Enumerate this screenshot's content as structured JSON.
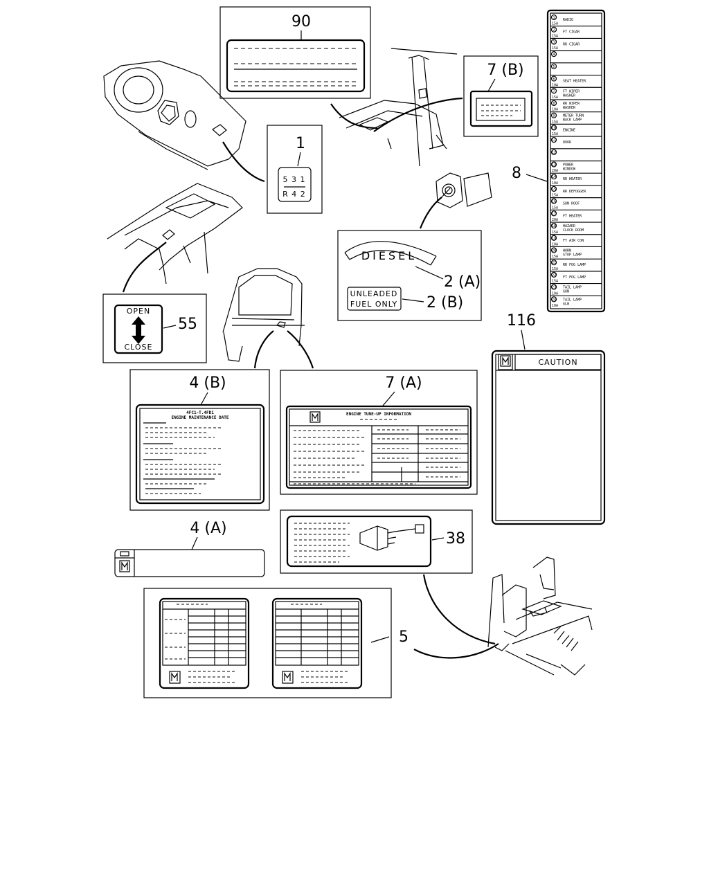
{
  "callouts": {
    "c90": "90",
    "c7b": "7 (B)",
    "c1": "1",
    "c8": "8",
    "c2a": "2 (A)",
    "c2b": "2 (B)",
    "c55": "55",
    "c116": "116",
    "c4b": "4 (B)",
    "c7a": "7 (A)",
    "c4a": "4 (A)",
    "c38": "38",
    "c5": "5"
  },
  "labels": {
    "shift_top": "5 3 1",
    "shift_bottom": "R 4 2",
    "diesel": "DIESEL",
    "unleaded_line1": "UNLEADED",
    "unleaded_line2": "FUEL ONLY",
    "open": "OPEN",
    "close": "CLOSE",
    "caution": "CAUTION",
    "maint_line1": "4FC1-T.4FD1",
    "maint_line2": "ENGINE MAINTENANCE DATE",
    "tuneup_title": "ENGINE TUNE-UP INFORMATION"
  },
  "fuse_rows": [
    {
      "num": "1",
      "amp": "15A",
      "name": "RADIO",
      "name2": ""
    },
    {
      "num": "2",
      "amp": "15A",
      "name": "FT CIGAR",
      "name2": ""
    },
    {
      "num": "3",
      "amp": "15A",
      "name": "RR CIGAR",
      "name2": ""
    },
    {
      "num": "4",
      "amp": "",
      "name": "",
      "name2": ""
    },
    {
      "num": "5",
      "amp": "",
      "name": "",
      "name2": ""
    },
    {
      "num": "6",
      "amp": "10A",
      "name": "SEAT HEATER",
      "name2": ""
    },
    {
      "num": "7",
      "amp": "15A",
      "name": "FT WIPER",
      "name2": "WASHER"
    },
    {
      "num": "8",
      "amp": "10A",
      "name": "RR WIPER",
      "name2": "WASHER"
    },
    {
      "num": "9",
      "amp": "15A",
      "name": "METER TURN",
      "name2": "BACK LAMP"
    },
    {
      "num": "10",
      "amp": "15A",
      "name": "ENGINE",
      "name2": ""
    },
    {
      "num": "11",
      "amp": "",
      "name": "DOOR",
      "name2": ""
    },
    {
      "num": "12",
      "amp": "",
      "name": "",
      "name2": ""
    },
    {
      "num": "13",
      "amp": "20A",
      "name": "POWER",
      "name2": "WINDOW"
    },
    {
      "num": "14",
      "amp": "10A",
      "name": "RR HEATER",
      "name2": ""
    },
    {
      "num": "15",
      "amp": "15A",
      "name": "RR DEFOGGER",
      "name2": ""
    },
    {
      "num": "16",
      "amp": "15A",
      "name": "SUN ROOF",
      "name2": ""
    },
    {
      "num": "17",
      "amp": "20A",
      "name": "FT HEATER",
      "name2": ""
    },
    {
      "num": "18",
      "amp": "15A",
      "name": "HAZARD",
      "name2": "CLOCK ROOM"
    },
    {
      "num": "19",
      "amp": "10A",
      "name": "FT AIR CON",
      "name2": ""
    },
    {
      "num": "20",
      "amp": "15A",
      "name": "HORN",
      "name2": "STOP LAMP"
    },
    {
      "num": "21",
      "amp": "15A",
      "name": "RR FOG LAMP",
      "name2": ""
    },
    {
      "num": "22",
      "amp": "15A",
      "name": "FT FOG LAMP",
      "name2": ""
    },
    {
      "num": "23",
      "amp": "10A",
      "name": "TAIL LAMP",
      "name2": "GUN"
    },
    {
      "num": "24",
      "amp": "10A",
      "name": "TAIL LAMP",
      "name2": "GLW"
    }
  ]
}
